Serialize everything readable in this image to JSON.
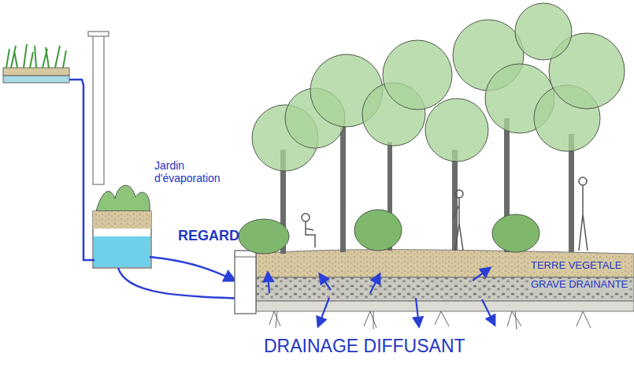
{
  "diagram": {
    "labels": [
      "Jardin d'évaporation",
      "REGARD",
      "TERRE VEGETALE",
      "GRAVE DRAINANTE",
      "DRAINAGE DIFFUSANT"
    ]
  }
}
